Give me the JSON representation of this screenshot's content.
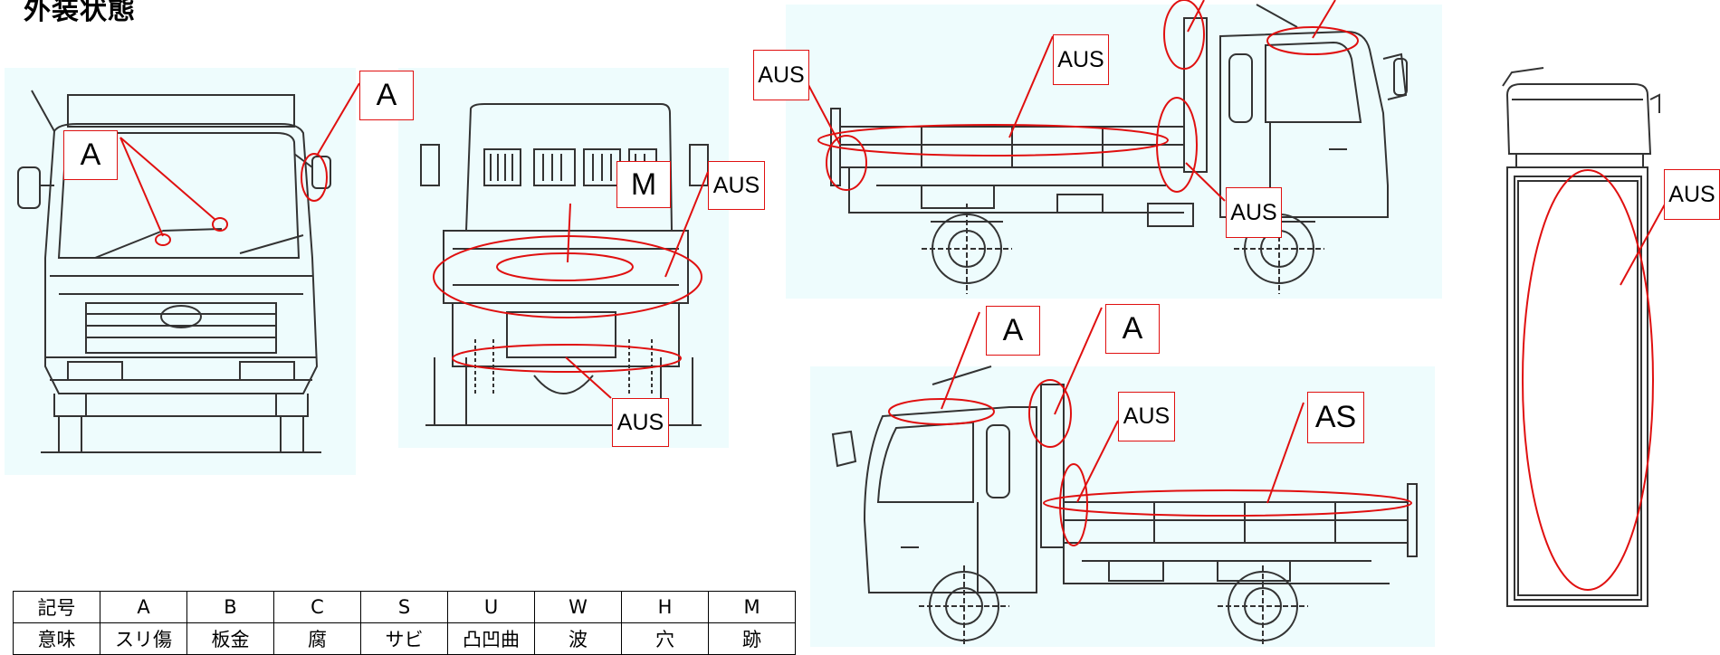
{
  "title": "外装状態",
  "labels": {
    "front_a1": "A",
    "front_a2": "A",
    "rear_m": "M",
    "rear_aus1": "AUS",
    "rear_aus2": "AUS",
    "side1_aus_left": "AUS",
    "side1_aus_top": "AUS",
    "side1_aus_right": "AUS",
    "side2_a1": "A",
    "side2_a2": "A",
    "side2_aus": "AUS",
    "side2_as": "AS",
    "top_aus": "AUS"
  },
  "legend": {
    "symbols": [
      "記号",
      "A",
      "B",
      "C",
      "S",
      "U",
      "W",
      "H",
      "M"
    ],
    "meanings": [
      "意味",
      "スリ傷",
      "板金",
      "腐",
      "サビ",
      "凸凹曲",
      "波",
      "穴",
      "跡"
    ]
  },
  "colors": {
    "marker": "#e01010",
    "panel_bg": "#eefcfd",
    "drawing": "#333333"
  }
}
